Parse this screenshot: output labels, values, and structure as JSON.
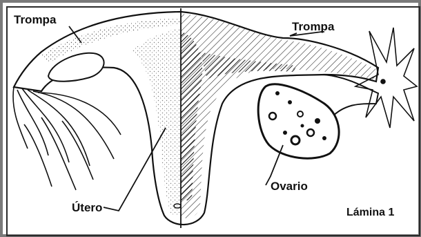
{
  "labels": {
    "trompa_left": "Trompa",
    "trompa_right": "Trompa",
    "ovario": "Ovario",
    "utero": "Útero",
    "lamina": "Lámina 1"
  }
}
